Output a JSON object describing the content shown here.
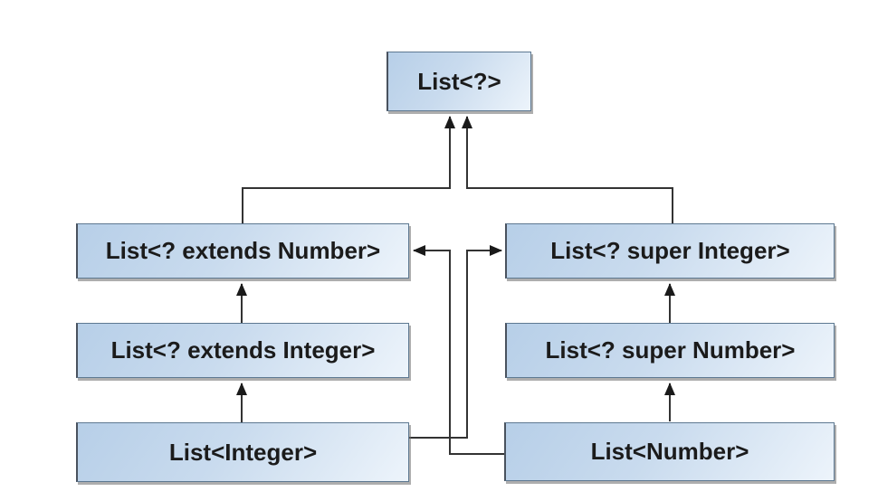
{
  "diagram": {
    "type": "class-subtyping-hierarchy",
    "nodes": [
      {
        "id": "list-wildcard",
        "label": "List<?>"
      },
      {
        "id": "list-extends-number",
        "label": "List<? extends Number>"
      },
      {
        "id": "list-super-integer",
        "label": "List<? super Integer>"
      },
      {
        "id": "list-extends-integer",
        "label": "List<? extends Integer>"
      },
      {
        "id": "list-super-number",
        "label": "List<? super Number>"
      },
      {
        "id": "list-integer",
        "label": "List<Integer>"
      },
      {
        "id": "list-number",
        "label": "List<Number>"
      }
    ],
    "edges": [
      {
        "from": "list-extends-number",
        "to": "list-wildcard"
      },
      {
        "from": "list-super-integer",
        "to": "list-wildcard"
      },
      {
        "from": "list-extends-integer",
        "to": "list-extends-number"
      },
      {
        "from": "list-number",
        "to": "list-extends-number"
      },
      {
        "from": "list-super-number",
        "to": "list-super-integer"
      },
      {
        "from": "list-integer",
        "to": "list-super-integer"
      },
      {
        "from": "list-integer",
        "to": "list-extends-integer"
      },
      {
        "from": "list-number",
        "to": "list-super-number"
      }
    ],
    "colors": {
      "box_fill_start": "#b7cfe8",
      "box_fill_end": "#edf4fb",
      "box_border": "#5d7891",
      "box_shadow": "#6c6c6c",
      "line": "#333333",
      "arrowhead": "#1a1a1a",
      "text": "#1b1b1b",
      "background": "#ffffff"
    }
  }
}
